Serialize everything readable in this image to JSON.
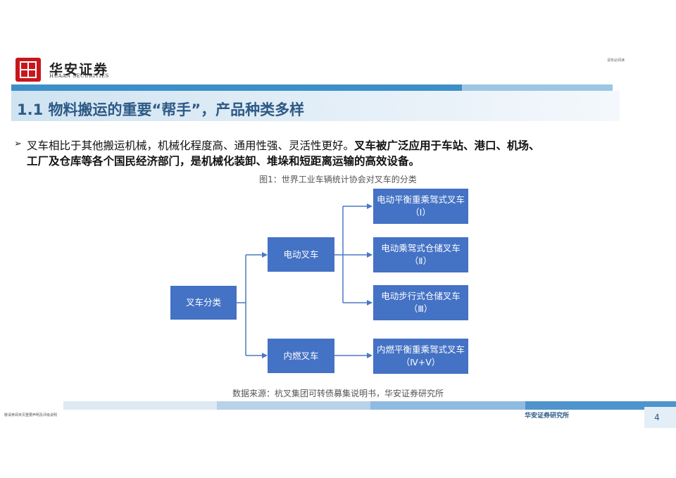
{
  "header": {
    "logo_cn": "华安证券",
    "logo_en": "HUAAN SECURITIES",
    "top_right_note": "请务必阅读"
  },
  "title": "1.1 物料搬运的重要“帮手”，产品种类多样",
  "paragraph": {
    "line1_normal": "叉车相比于其他搬运机械，机械化程度高、通用性强、灵活性更好。",
    "line1_bold": "叉车被广泛应用于车站、港口、机场、",
    "line2_bold": "工厂及仓库等各个国民经济部门，是机械化装卸、堆垛和短距离运输的高效设备。"
  },
  "figure": {
    "caption": "图1：世界工业车辆统计协会对叉车的分类",
    "source": "数据来源：杭叉集团可转债募集说明书，华安证券研究所",
    "nodes": {
      "root": "叉车分类",
      "electric": "电动叉车",
      "ice": "内燃叉车",
      "c1_name": "电动平衡重乘驾式叉车",
      "c1_class": "（Ⅰ）",
      "c2_name": "电动乘驾式仓储叉车",
      "c2_class": "（Ⅱ）",
      "c3_name": "电动步行式仓储叉车",
      "c3_class": "（Ⅲ）",
      "c4_name": "内燃平衡重乘驾式叉车",
      "c4_class": "（Ⅳ+Ⅴ）"
    }
  },
  "footer": {
    "left_note": "敬请参阅末页重要声明及评级说明",
    "center": "华安证券研究所",
    "page": "4"
  },
  "colors": {
    "node_fill": "#4472c4",
    "title_text": "#2e5a86",
    "brand_red": "#c8161d"
  }
}
